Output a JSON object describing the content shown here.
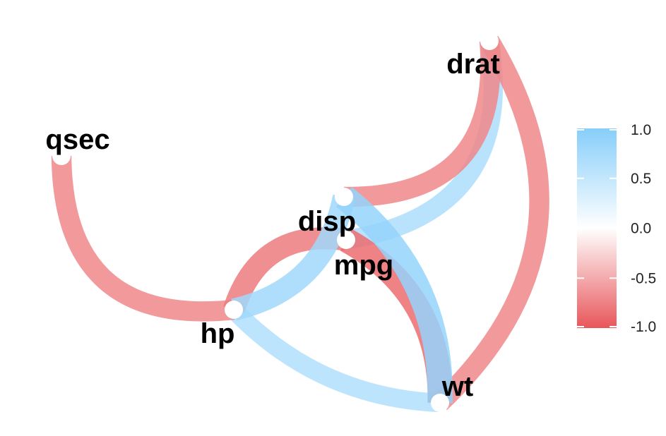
{
  "chart_data": {
    "type": "network",
    "nodes": [
      "mpg",
      "disp",
      "hp",
      "drat",
      "wt",
      "qsec"
    ],
    "edges": [
      {
        "from": "qsec",
        "to": "hp",
        "value": -0.71
      },
      {
        "from": "hp",
        "to": "disp",
        "value": 0.79
      },
      {
        "from": "hp",
        "to": "mpg",
        "value": -0.78
      },
      {
        "from": "hp",
        "to": "wt",
        "value": 0.66
      },
      {
        "from": "disp",
        "to": "drat",
        "value": -0.71
      },
      {
        "from": "mpg",
        "to": "drat",
        "value": 0.68
      },
      {
        "from": "disp",
        "to": "wt",
        "value": 0.89
      },
      {
        "from": "mpg",
        "to": "wt",
        "value": -0.87
      },
      {
        "from": "drat",
        "to": "wt",
        "value": -0.71
      }
    ],
    "legend": {
      "ticks": [
        "1.0",
        "0.5",
        "0.0",
        "-0.5",
        "-1.0"
      ],
      "range": [
        -1,
        1
      ],
      "colors": {
        "low": "#e8565a",
        "mid": "#ffffff",
        "high": "#87cefa"
      }
    }
  }
}
